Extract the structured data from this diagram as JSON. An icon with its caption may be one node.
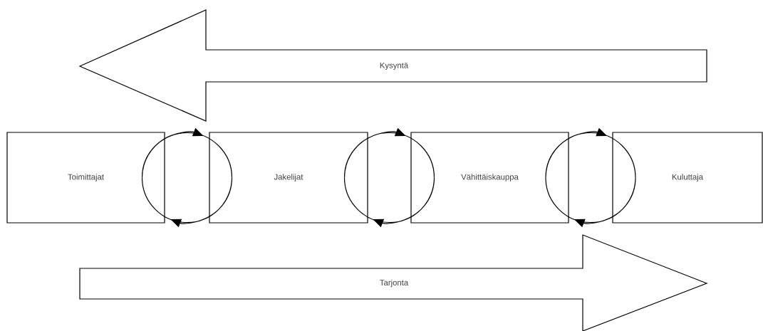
{
  "diagram": {
    "nodes": [
      {
        "text": [
          "Kysyntä"
        ]
      },
      {
        "text": [
          "Toimittajat"
        ]
      },
      {
        "text": [
          "Jakelijat"
        ]
      },
      {
        "text": [
          "Vähittäiskauppa"
        ]
      },
      {
        "text": [
          "Kuluttaja"
        ]
      },
      {
        "text": [
          "Tarjonta"
        ]
      }
    ],
    "edges": [
      {
        "from": 1,
        "to": 2,
        "arrow": "to"
      },
      {
        "from": 2,
        "to": 1,
        "arrow": "to"
      },
      {
        "from": 2,
        "to": 3,
        "arrow": "to"
      },
      {
        "from": 3,
        "to": 2,
        "arrow": "to"
      },
      {
        "from": 3,
        "to": 4,
        "arrow": "to"
      },
      {
        "from": 4,
        "to": 3,
        "arrow": "to"
      }
    ]
  }
}
